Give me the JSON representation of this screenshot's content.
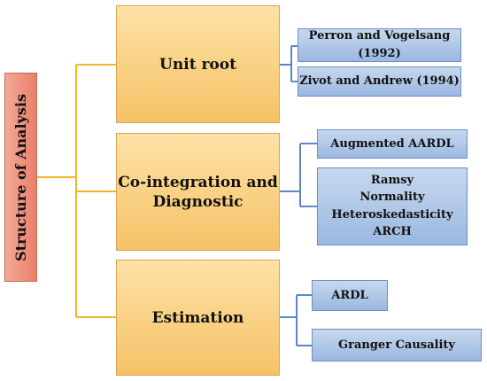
{
  "root": {
    "label": "Structure of Analysis"
  },
  "nodes": {
    "unit_root": {
      "label": "Unit root"
    },
    "perron": {
      "line1": "Perron and Vogelsang",
      "line2": "(1992)"
    },
    "zivot": {
      "label": "Zivot and Andrew (1994)"
    },
    "cointegration": {
      "line1": "Co-integration and",
      "line2": "Diagnostic"
    },
    "augmented": {
      "label": "Augmented AARDL"
    },
    "diagnostics": {
      "items": [
        "Ramsy",
        "Normality",
        "Heteroskedasticity",
        "ARCH"
      ]
    },
    "estimation": {
      "label": "Estimation"
    },
    "ardl": {
      "label": "ARDL"
    },
    "granger": {
      "label": "Granger Causality"
    }
  },
  "colors": {
    "root_fill": "#ec8f7b",
    "main_fill": "#f9cf83",
    "leaf_fill": "#aec6e7",
    "main_connector": "#f0b429",
    "leaf_connector": "#5b87c8"
  }
}
